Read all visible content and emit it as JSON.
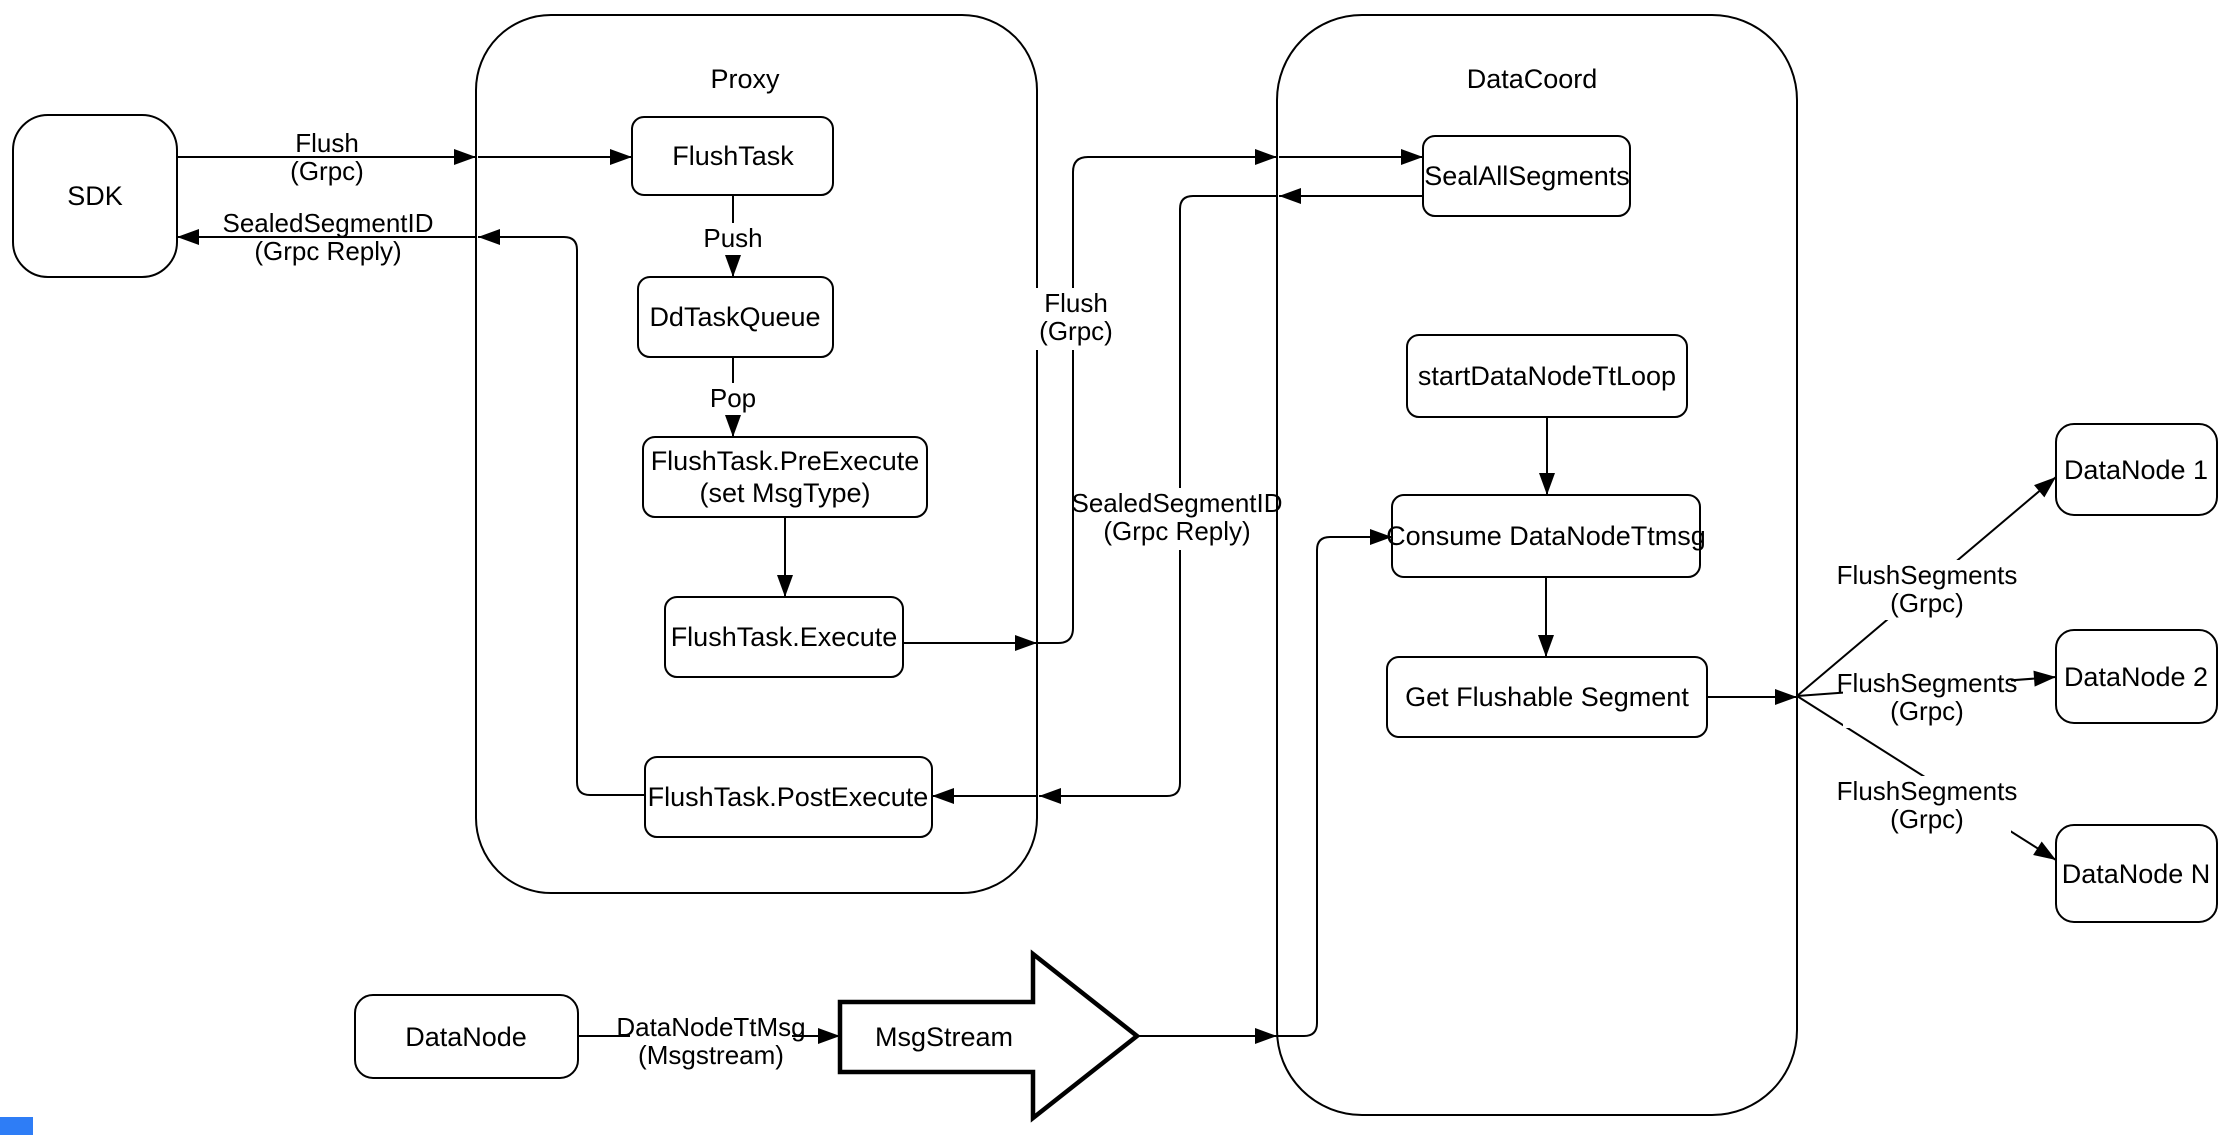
{
  "containers": {
    "proxy": {
      "title": "Proxy"
    },
    "datacoord": {
      "title": "DataCoord"
    }
  },
  "nodes": {
    "sdk": {
      "label": "SDK"
    },
    "flush_task": {
      "label": "FlushTask"
    },
    "dd_task_queue": {
      "label": "DdTaskQueue"
    },
    "pre_execute": {
      "line1": "FlushTask.PreExecute",
      "line2": "(set MsgType)"
    },
    "execute": {
      "label": "FlushTask.Execute"
    },
    "post_execute": {
      "label": "FlushTask.PostExecute"
    },
    "seal_all_segments": {
      "label": "SealAllSegments"
    },
    "start_datanode_tt_loop": {
      "label": "startDataNodeTtLoop"
    },
    "consume_datanode_ttmsg": {
      "label": "Consume DataNodeTtmsg"
    },
    "get_flushable_segment": {
      "label": "Get Flushable Segment"
    },
    "datanode_1": {
      "label": "DataNode 1"
    },
    "datanode_2": {
      "label": "DataNode 2"
    },
    "datanode_n": {
      "label": "DataNode N"
    },
    "datanode": {
      "label": "DataNode"
    },
    "msgstream": {
      "label": "MsgStream"
    }
  },
  "edge_labels": {
    "flush_sdk": {
      "line1": "Flush",
      "line2": "(Grpc)"
    },
    "sealed_sdk": {
      "line1": "SealedSegmentID",
      "line2": "(Grpc Reply)"
    },
    "push": {
      "line1": "Push"
    },
    "pop": {
      "line1": "Pop"
    },
    "flush_mid": {
      "line1": "Flush",
      "line2": "(Grpc)"
    },
    "sealed_mid": {
      "line1": "SealedSegmentID",
      "line2": "(Grpc Reply)"
    },
    "datanode_ttmsg": {
      "line1": "DataNodeTtMsg",
      "line2": "(Msgstream)"
    },
    "flush_segments_1": {
      "line1": "FlushSegments",
      "line2": "(Grpc)"
    },
    "flush_segments_2": {
      "line1": "FlushSegments",
      "line2": "(Grpc)"
    },
    "flush_segments_3": {
      "line1": "FlushSegments",
      "line2": "(Grpc)"
    }
  },
  "colors": {
    "line": "#000000",
    "background": "#ffffff",
    "artifact_blue": "#2e7df6"
  }
}
